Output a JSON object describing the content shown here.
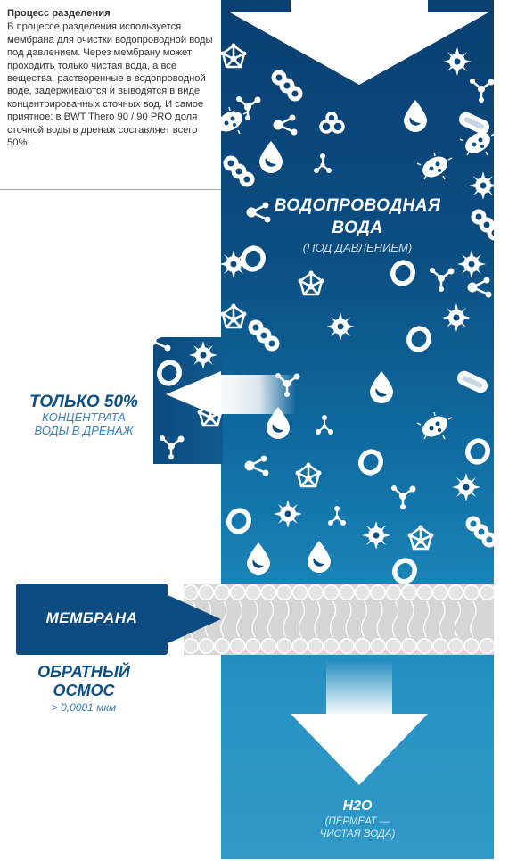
{
  "intro": {
    "title": "Процесс разделения",
    "body": "В процессе разделения используется мембрана для очистки водопроводной воды под давлением. Через мембрану может проходить только чистая вода, а все вещества, растворенные в водопроводной воде, задерживаются и выводятся в виде концентрированных сточных вод. И самое приятное: в BWT Thero 90 / 90 PRO доля сточной воды в дренаж составляет всего 50%."
  },
  "feed": {
    "title_line1": "ВОДОПРОВОДНАЯ",
    "title_line2": "ВОДА",
    "subtitle": "(ПОД ДАВЛЕНИЕМ)"
  },
  "drain": {
    "title": "ТОЛЬКО 50%",
    "sub_line1": "КОНЦЕНТРАТА",
    "sub_line2": "ВОДЫ В ДРЕНАЖ"
  },
  "membrane": {
    "label": "МЕМБРАНА"
  },
  "ro": {
    "title_line1": "ОБРАТНЫЙ",
    "title_line2": "ОСМОС",
    "size": "> 0,0001 мкм"
  },
  "permeate": {
    "title": "H2O",
    "sub_line1": "(ПЕРМЕАТ —",
    "sub_line2": "ЧИСТАЯ ВОДА)"
  },
  "colors": {
    "dark_blue": "#0a3f72",
    "mid_blue": "#0f6ba0",
    "light_blue": "#3098c6",
    "label_blue": "#0b4f85",
    "membrane_grey": "#d6d6d6"
  },
  "icons": [
    "molecule-icon",
    "water-drop-icon",
    "ring-icon",
    "bacteria-icon",
    "virus-icon",
    "crystal-icon",
    "pill-icon",
    "chain-icon",
    "bubbles-icon"
  ]
}
